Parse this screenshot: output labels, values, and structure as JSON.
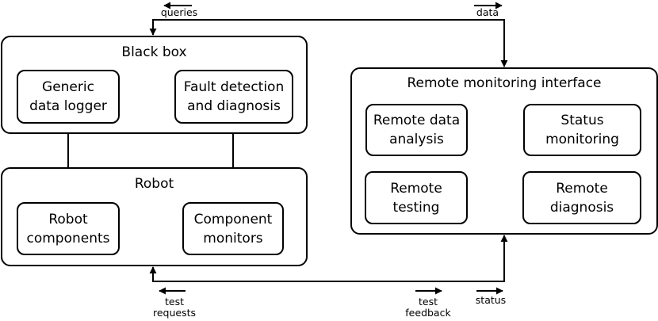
{
  "black_box": {
    "title": "Black box",
    "logger": "Generic\ndata logger",
    "fdd": "Fault detection\nand diagnosis"
  },
  "robot": {
    "title": "Robot",
    "components": "Robot\ncomponents",
    "monitors": "Component\nmonitors"
  },
  "remote": {
    "title": "Remote monitoring interface",
    "data_analysis": "Remote data\nanalysis",
    "status_monitoring": "Status\nmonitoring",
    "testing": "Remote\ntesting",
    "diagnosis": "Remote\ndiagnosis"
  },
  "labels": {
    "queries": "queries",
    "data": "data",
    "test_requests": "test\nrequests",
    "test_feedback": "test\nfeedback",
    "status": "status"
  }
}
